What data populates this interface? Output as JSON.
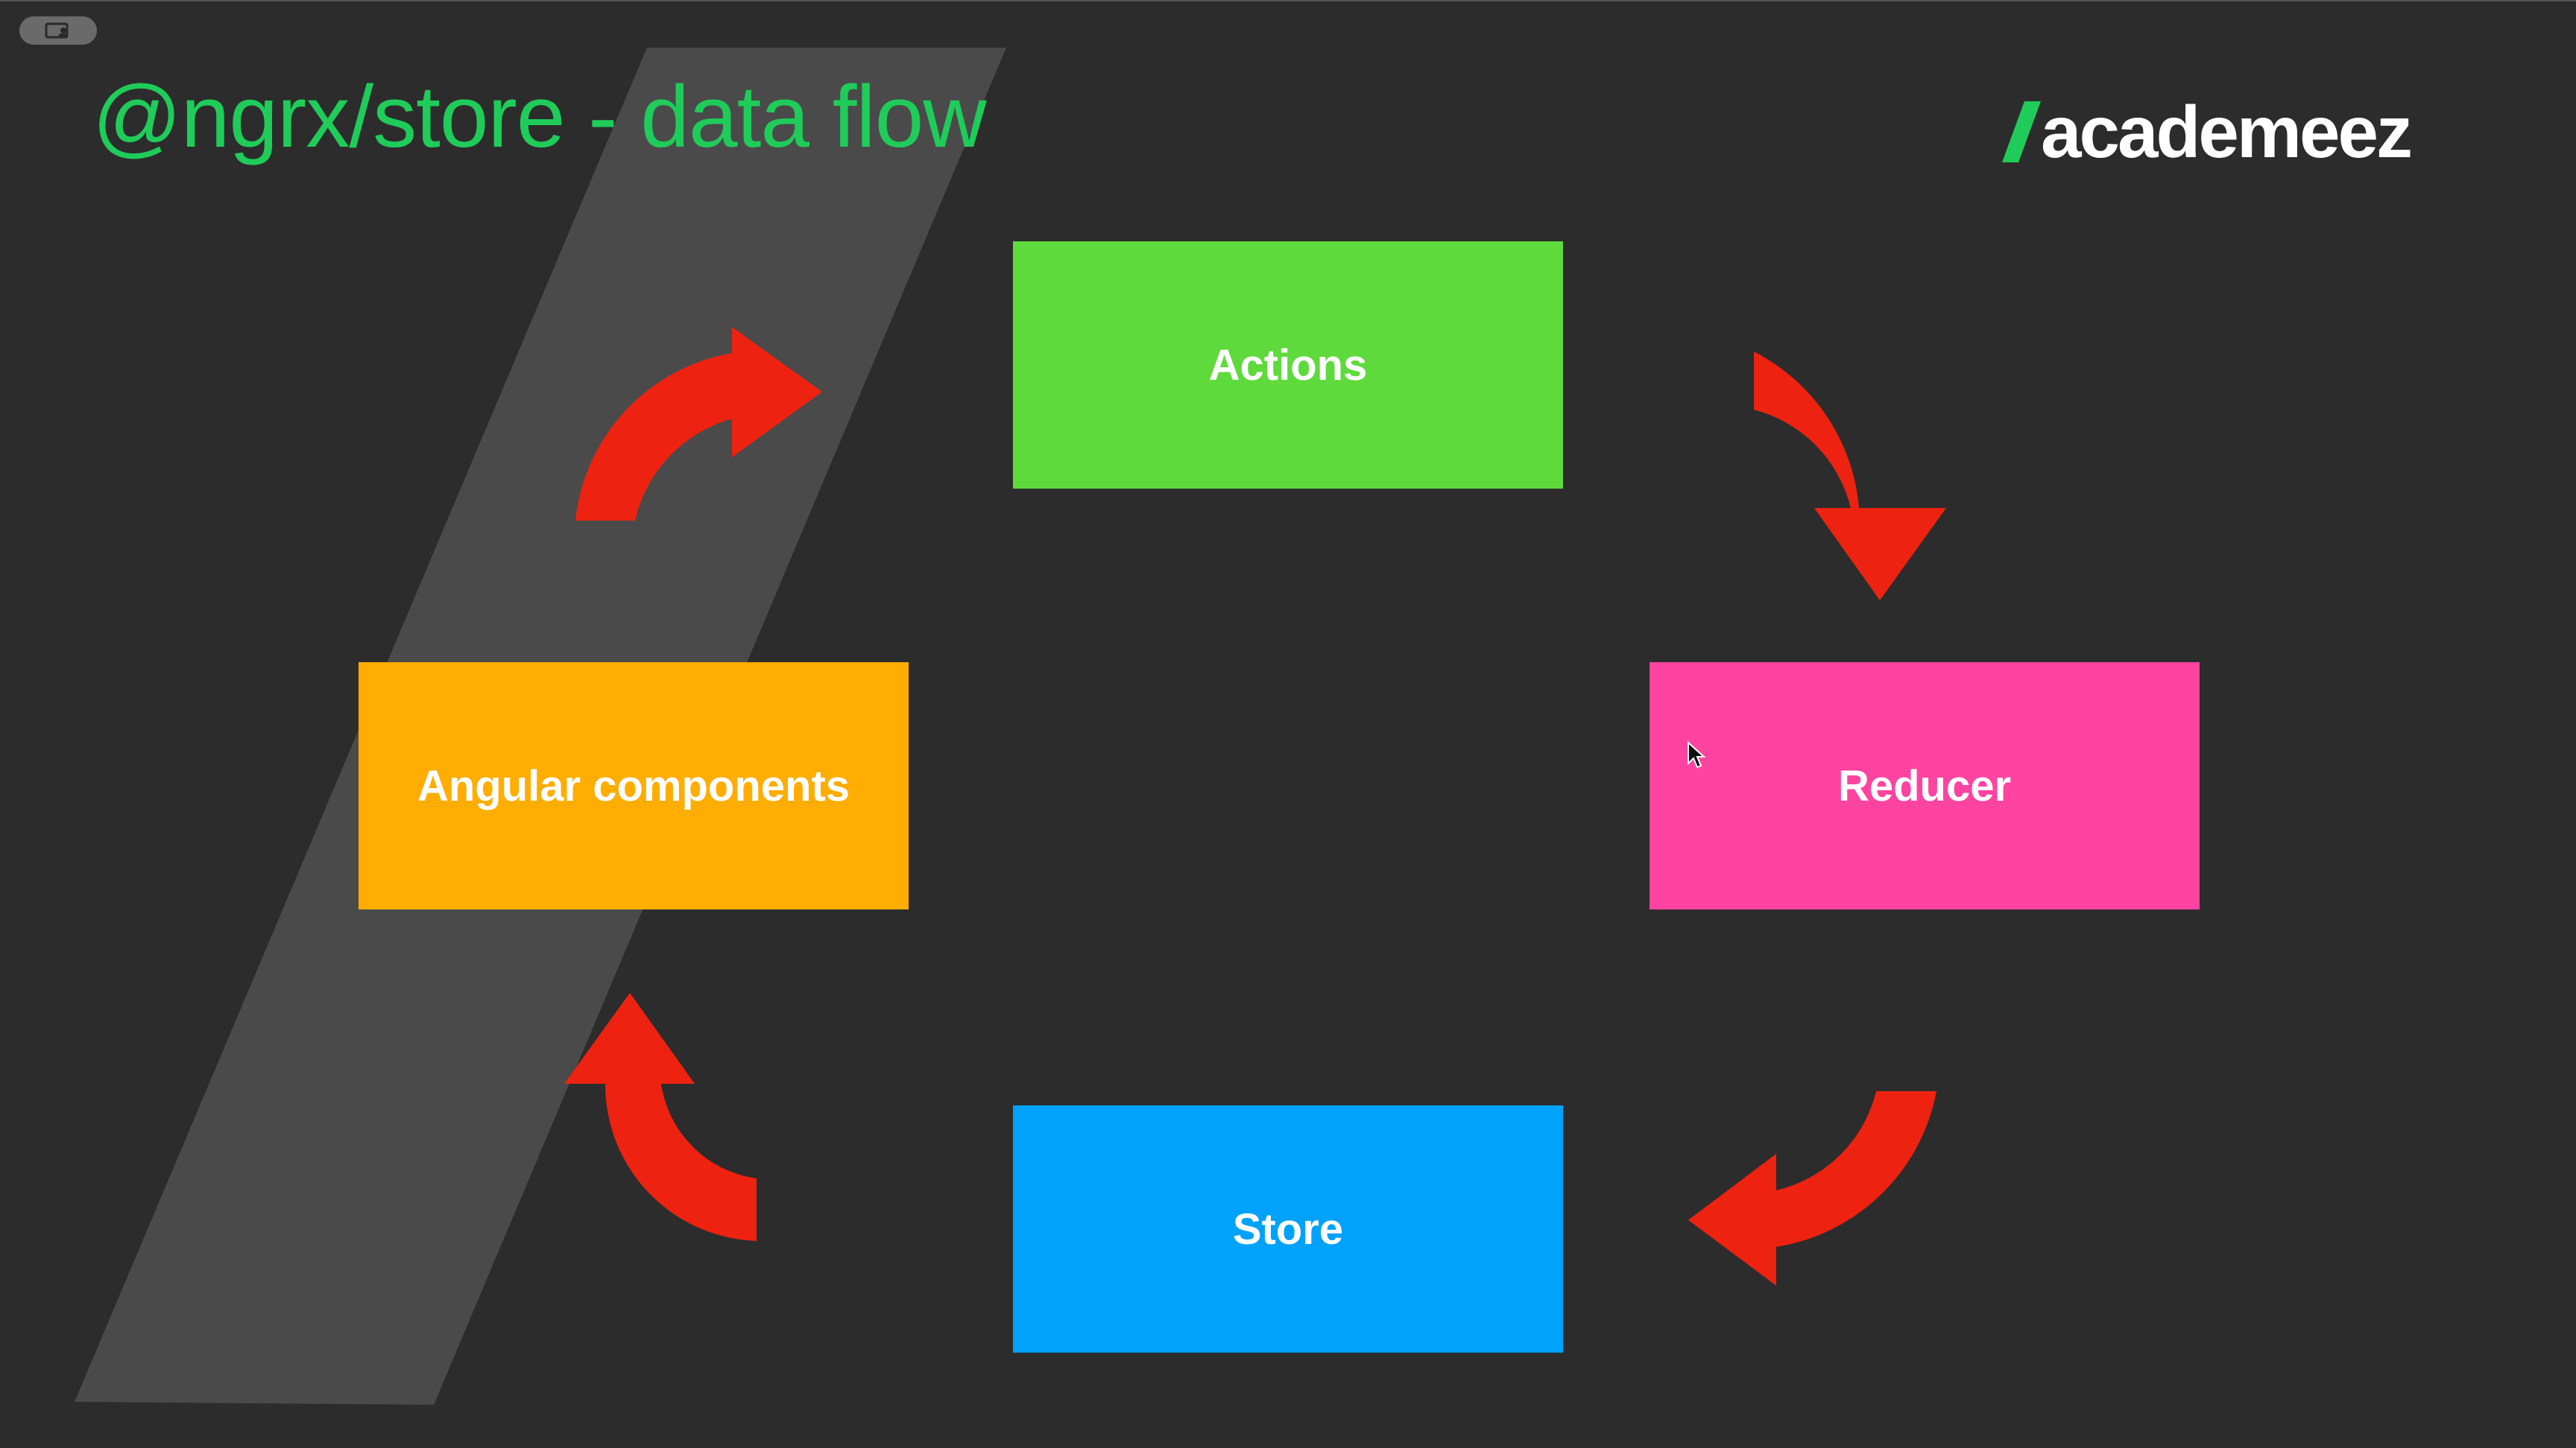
{
  "slide": {
    "title": "@ngrx/store - data flow",
    "logo_text": "academeez",
    "background_color": "#2c2c2c",
    "title_color": "#1fcc5a",
    "logo_accent_color": "#1fcc5a"
  },
  "window_control": {
    "icon": "screen-share-icon"
  },
  "diagram": {
    "nodes": [
      {
        "id": "actions",
        "label": "Actions",
        "color": "#5fda3d"
      },
      {
        "id": "reducer",
        "label": "Reducer",
        "color": "#ff43a0"
      },
      {
        "id": "store",
        "label": "Store",
        "color": "#00a2fb"
      },
      {
        "id": "components",
        "label": "Angular components",
        "color": "#ffad00"
      }
    ],
    "edges": [
      {
        "from": "actions",
        "to": "reducer"
      },
      {
        "from": "reducer",
        "to": "store"
      },
      {
        "from": "store",
        "to": "components"
      },
      {
        "from": "components",
        "to": "actions"
      }
    ],
    "arrow_color": "#ee2210"
  },
  "pointer": {
    "icon": "mouse-cursor-icon"
  }
}
